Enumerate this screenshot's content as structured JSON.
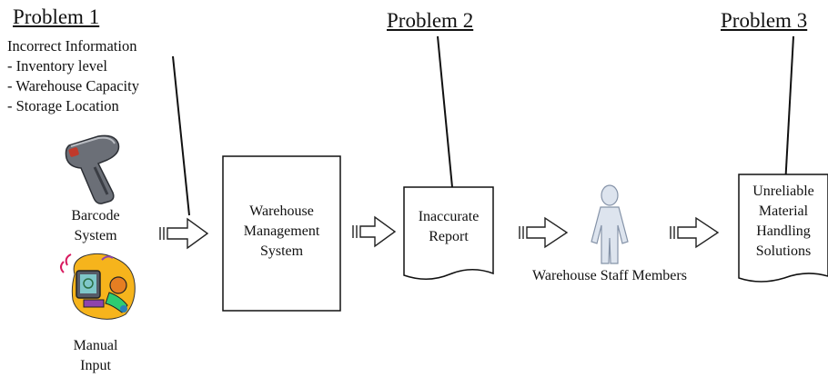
{
  "problems": [
    {
      "title": "Problem 1"
    },
    {
      "title": "Problem 2"
    },
    {
      "title": "Problem 3"
    }
  ],
  "problem1_issues": {
    "heading": "Incorrect Information",
    "items": [
      "- Inventory level",
      "- Warehouse Capacity",
      "- Storage Location"
    ]
  },
  "inputs": {
    "barcode": [
      "Barcode",
      "System"
    ],
    "manual": [
      "Manual",
      "Input"
    ]
  },
  "wms": [
    "Warehouse",
    "Management",
    "System"
  ],
  "report": [
    "Inaccurate",
    "Report"
  ],
  "staff": "Warehouse Staff Members",
  "outcome": [
    "Unreliable",
    "Material",
    "Handling",
    "Solutions"
  ],
  "icons": {
    "scanner": "barcode-scanner-icon",
    "manual": "person-at-computer-icon",
    "staff": "person-icon",
    "arrow": "hollow-arrow-icon"
  },
  "colors": {
    "stroke": "#111111",
    "scanner_body": "#6b6f77",
    "staff_fill": "#dde4ee"
  }
}
